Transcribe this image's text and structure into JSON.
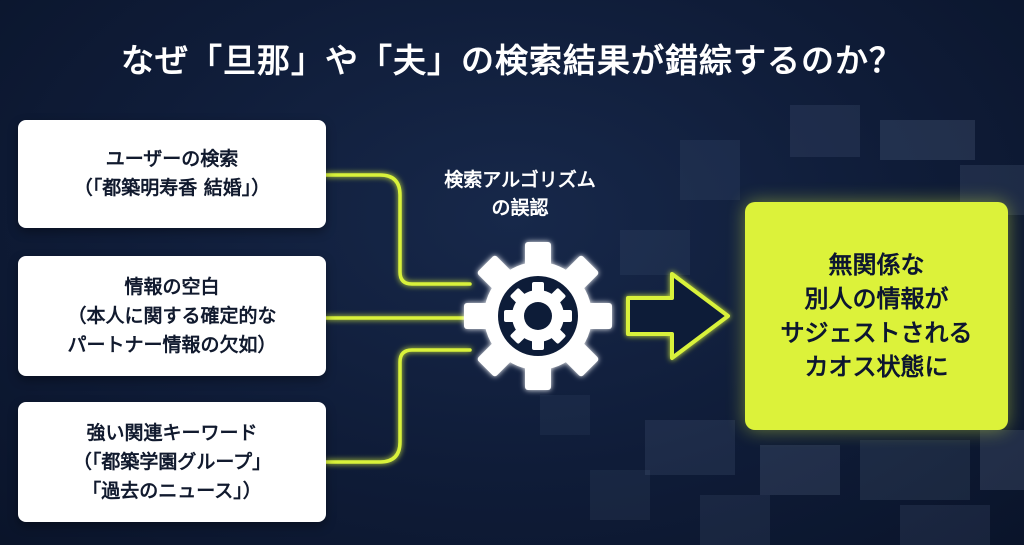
{
  "title": "なぜ「旦那」や「夫」の検索結果が錯綜するのか？",
  "inputs": [
    {
      "lines": [
        "ユーザーの検索",
        "（「都築明寿香 結婚」）"
      ]
    },
    {
      "lines": [
        "情報の空白",
        "（本人に関する確定的な",
        "パートナー情報の欠如）"
      ]
    },
    {
      "lines": [
        "強い関連キーワード",
        "（「都築学園グループ」",
        "「過去のニュース」）"
      ]
    }
  ],
  "process": {
    "lines": [
      "検索アルゴリズム",
      "の誤認"
    ],
    "icon": "gear-icon"
  },
  "result": {
    "lines": [
      "無関係な",
      "別人の情報が",
      "サジェストされる",
      "カオス状態に"
    ]
  },
  "colors": {
    "background": "#0e1a33",
    "accent": "#dcf23a",
    "card": "#ffffff",
    "text_dark": "#111a2e"
  }
}
